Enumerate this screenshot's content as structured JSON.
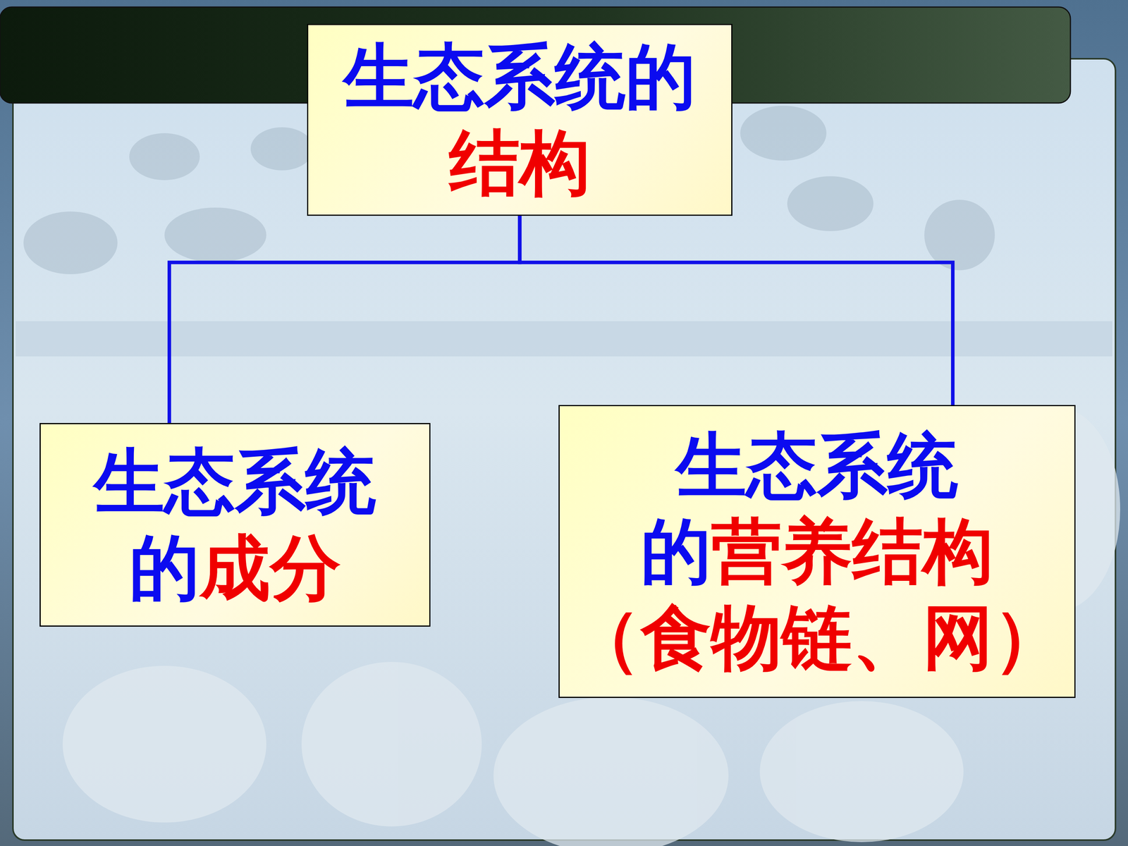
{
  "diagram": {
    "nodes": [
      {
        "text": [
          "生态系统的结构"
        ]
      },
      {
        "text": [
          "生态系统的成分"
        ]
      },
      {
        "text": [
          "生态系统的营养结构（食物链、网）"
        ]
      }
    ],
    "edges": [
      {
        "from": 0,
        "to": 1,
        "arrow": "none"
      },
      {
        "from": 0,
        "to": 2,
        "arrow": "none"
      }
    ]
  }
}
